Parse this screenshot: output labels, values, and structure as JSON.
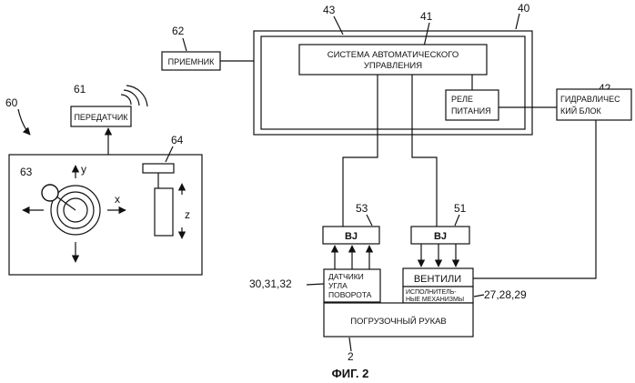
{
  "refs": {
    "r60": "60",
    "r61": "61",
    "r62": "62",
    "r63": "63",
    "r64": "64",
    "r43": "43",
    "r41": "41",
    "r40": "40",
    "r42": "42",
    "r53": "53",
    "r51": "51",
    "r2": "2",
    "r27": "27,28,29",
    "r30": "30,31,32"
  },
  "blocks": {
    "receiver": "ПРИЕМНИК",
    "transmitter": "ПЕРЕДАТЧИК",
    "control_system_line1": "СИСТЕМА АВТОМАТИЧЕСКОГО",
    "control_system_line2": "УПРАВЛЕНИЯ",
    "relay_line1": "РЕЛЕ",
    "relay_line2": "ПИТАНИЯ",
    "hydraulic_line1": "ГИДРАВЛИЧЕС",
    "hydraulic_line2": "КИЙ БЛОК",
    "bj_left": "BJ",
    "bj_right": "BJ",
    "sensors_line1": "ДАТЧИКИ",
    "sensors_line2": "УГЛА",
    "sensors_line3": "ПОВОРОТА",
    "valves": "ВЕНТИЛИ",
    "actuators_line1": "ИСПОЛНИТЕЛЬ-",
    "actuators_line2": "НЫЕ МЕХАНИЗМЫ",
    "boom": "ПОГРУЗОЧНЫЙ РУКАВ"
  },
  "axes": {
    "x": "x",
    "y": "y",
    "z": "z"
  },
  "caption": "ФИГ. 2"
}
